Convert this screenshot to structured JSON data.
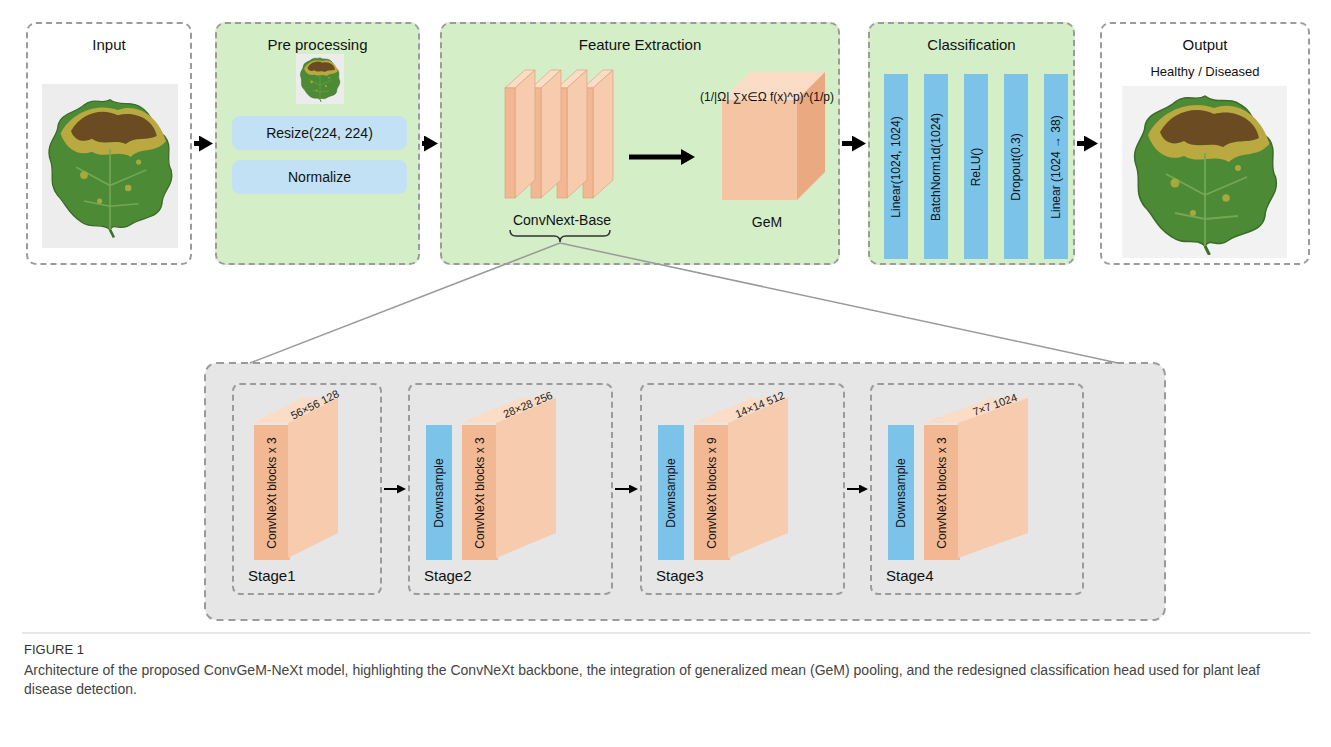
{
  "diagram": {
    "caption": "Architecture of the proposed ConvGeM-NeXt model, highlighting the ConvNeXt backbone, the integration of generalized mean (GeM) pooling, and the redesigned classification head used for plant leaf disease detection.",
    "nodes": [
      {
        "text": [
          "Input"
        ]
      },
      {
        "text": [
          "Pre processing"
        ]
      },
      {
        "text": [
          "Resize(224, 224)"
        ],
        "in": 1
      },
      {
        "text": [
          "Normalize"
        ],
        "in": 1
      },
      {
        "text": [
          "Feature Extraction"
        ]
      },
      {
        "text": [
          "ConvNext-Base"
        ],
        "in": 4
      },
      {
        "text": [
          "(1/|Ω| ∑x∈Ω f(x)^p)^(1/p)",
          "GeM"
        ],
        "in": 4
      },
      {
        "text": [
          "Classification"
        ]
      },
      {
        "text": [
          "Linear(1024, 1024)"
        ],
        "in": 7
      },
      {
        "text": [
          "BatchNorm1d(1024)"
        ],
        "in": 7
      },
      {
        "text": [
          "ReLU()"
        ],
        "in": 7
      },
      {
        "text": [
          "Dropout(0.3)"
        ],
        "in": 7
      },
      {
        "text": [
          "Linear (1024 → 38)"
        ],
        "in": 7
      },
      {
        "text": [
          "Output",
          "Healthy / Diseased"
        ]
      },
      {
        "text": [
          "Stage1"
        ]
      },
      {
        "text": [
          "56×56 128",
          "ConvNeXt blocks x 3"
        ],
        "in": 14
      },
      {
        "text": [
          "Stage2"
        ]
      },
      {
        "text": [
          "Downsample"
        ],
        "in": 16
      },
      {
        "text": [
          "28×28 256",
          "ConvNeXt blocks x 3"
        ],
        "in": 16
      },
      {
        "text": [
          "Stage3"
        ]
      },
      {
        "text": [
          "Downsample"
        ],
        "in": 19
      },
      {
        "text": [
          "14×14 512",
          "ConvNeXt blocks x 9"
        ],
        "in": 19
      },
      {
        "text": [
          "Stage4"
        ]
      },
      {
        "text": [
          "Downsample"
        ],
        "in": 22
      },
      {
        "text": [
          "7×7 1024",
          "ConvNeXt blocks x 3"
        ],
        "in": 22
      }
    ],
    "edges": [
      {
        "from": 0,
        "to": 1,
        "arrow": "to"
      },
      {
        "from": 1,
        "to": 4,
        "arrow": "to"
      },
      {
        "from": 4,
        "to": 7,
        "arrow": "to"
      },
      {
        "from": 7,
        "to": 13,
        "arrow": "to"
      },
      {
        "from": 5,
        "to": 6,
        "arrow": "to"
      },
      {
        "from": 14,
        "to": 16,
        "arrow": "to"
      },
      {
        "from": 16,
        "to": 19,
        "arrow": "to"
      },
      {
        "from": 19,
        "to": 22,
        "arrow": "to"
      }
    ],
    "labels": [
      "FIGURE 1"
    ]
  }
}
